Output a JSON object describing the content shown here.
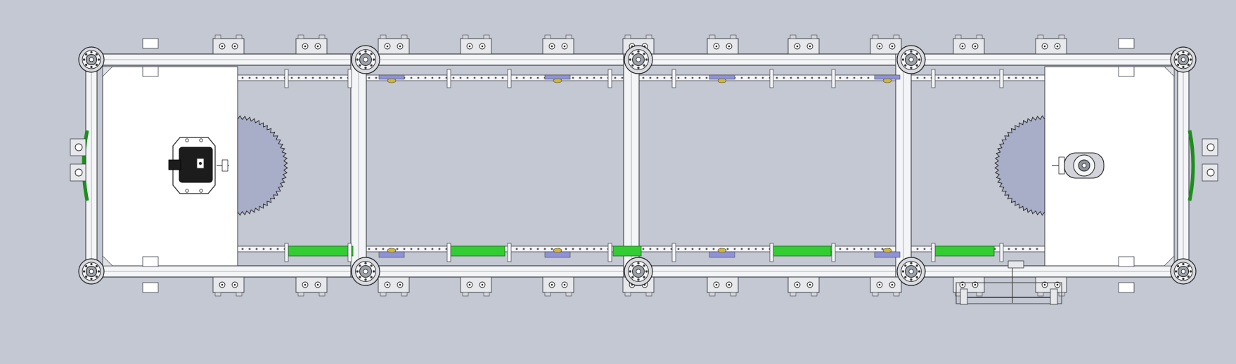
{
  "drawing": {
    "subject": "",
    "view": "",
    "background_color": "#c4c8d3",
    "colors": {
      "frame_fill": "#f4f5f7",
      "frame_stroke": "#3c3f46",
      "plate_fill": "#ffffff",
      "sprocket_fill": "#a9aec8",
      "guide_green": "#33cc33",
      "slide_purple": "#8f93d6",
      "roller_yellow": "#d4b62a",
      "motor_dark": "#1c1c1c",
      "inner_panel": "#c4c8d3"
    },
    "modules": 4,
    "components": [
      "conveyor-frame",
      "corner-bearing-icon",
      "mount-clamp-icon",
      "drive-sprocket-icon",
      "idler-sprocket-icon",
      "motor-icon",
      "bearing-housing-icon",
      "chain-guide-rail",
      "tensioner-assembly-icon"
    ]
  }
}
